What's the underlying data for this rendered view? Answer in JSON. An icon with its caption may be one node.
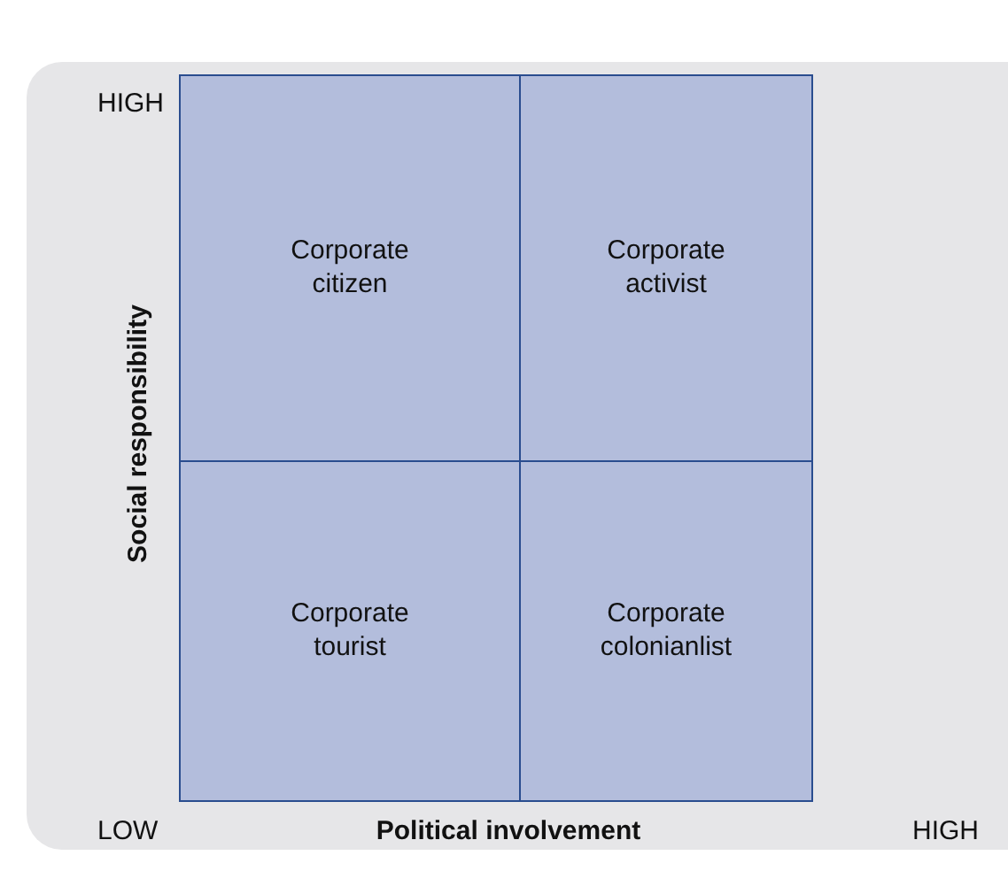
{
  "diagram": {
    "nodes": [
      {
        "text": [
          "Corporate citizen"
        ]
      },
      {
        "text": [
          "Corporate activist"
        ]
      },
      {
        "text": [
          "Corporate tourist"
        ]
      },
      {
        "text": [
          "Corporate colonianlist"
        ]
      }
    ],
    "labels": [
      "HIGH",
      "Social responsibility",
      "LOW",
      "Political involvement",
      "HIGH"
    ]
  }
}
